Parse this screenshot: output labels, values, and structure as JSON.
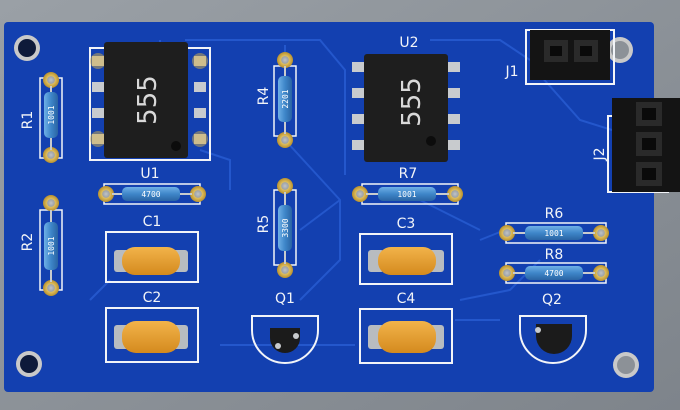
{
  "board": {
    "labels": {
      "u1": "U1",
      "u2": "U2",
      "r1": "R1",
      "r2": "R2",
      "r4": "R4",
      "r5": "R5",
      "r6": "R6",
      "r7": "R7",
      "r8": "R8",
      "c1": "C1",
      "c2": "C2",
      "c3": "C3",
      "c4": "C4",
      "q1": "Q1",
      "q2": "Q2",
      "j1": "J1",
      "j2": "J2"
    },
    "chip_text": {
      "u1": "555",
      "u2": "555"
    },
    "resistor_codes": {
      "r1": "1001",
      "r2": "1001",
      "r4": "2201",
      "r5": "3300",
      "u1_res": "4700",
      "r7": "1001",
      "r6": "1001",
      "r8": "4700"
    }
  },
  "colors": {
    "pcb": "#1340b0",
    "trace": "#2457cc",
    "pad": "#d4b04a",
    "chip": "#1e1e1e",
    "capacitor": "#e49a2c",
    "resistor_body": "#3e86c9",
    "silkscreen": "#f2f4f8",
    "background": "#8c9197"
  }
}
